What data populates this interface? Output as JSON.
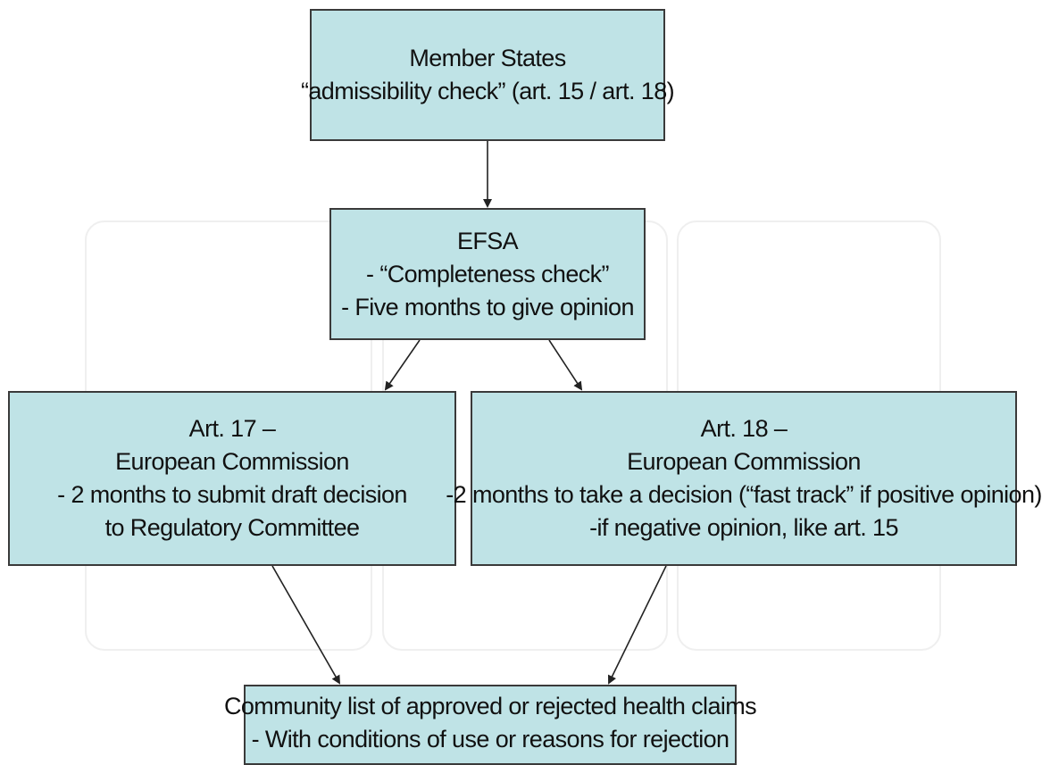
{
  "diagram": {
    "nodes": {
      "member_states": {
        "lines": [
          "Member States",
          "“admissibility check” (art. 15 / art. 18)"
        ]
      },
      "efsa": {
        "lines": [
          "EFSA",
          "- “Completeness check”",
          "- Five months to give opinion"
        ]
      },
      "art17": {
        "lines": [
          "Art. 17 –",
          "European Commission",
          "- 2 months to submit draft decision",
          "to Regulatory Committee"
        ]
      },
      "art18": {
        "lines": [
          "Art. 18 –",
          "European Commission",
          "-2 months to take a decision (“fast track” if positive opinion)",
          "-if negative opinion, like art. 15"
        ]
      },
      "community_list": {
        "lines": [
          "Community list of approved or rejected health claims",
          "- With conditions of use or reasons for rejection"
        ]
      }
    },
    "edges": [
      {
        "from": "member_states",
        "to": "efsa"
      },
      {
        "from": "efsa",
        "to": "art17"
      },
      {
        "from": "efsa",
        "to": "art18"
      },
      {
        "from": "art17",
        "to": "community_list"
      },
      {
        "from": "art18",
        "to": "community_list"
      }
    ],
    "colors": {
      "box_fill": "#bfe3e6",
      "box_border": "#3a3a3a",
      "arrow": "#222222"
    }
  }
}
